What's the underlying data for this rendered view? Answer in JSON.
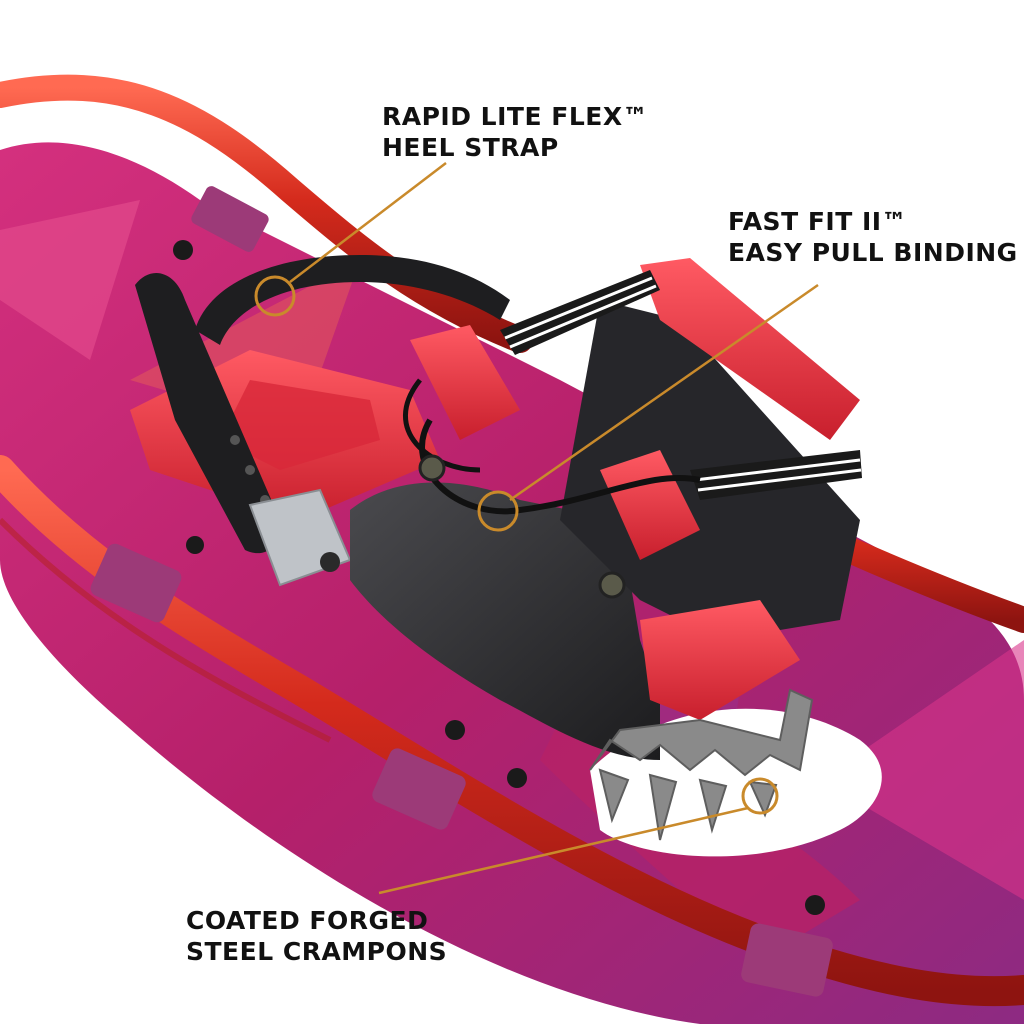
{
  "callouts": {
    "heel_strap": {
      "line1": "RAPID LITE FLEX™",
      "line2": "HEEL STRAP"
    },
    "binding": {
      "line1": "FAST FIT II™",
      "line2": "EASY PULL BINDING"
    },
    "crampons": {
      "line1": "COATED FORGED",
      "line2": "STEEL CRAMPONS"
    }
  },
  "colors": {
    "callout_line": "#c98a2b",
    "frame": "#d42a1c",
    "deck": "#c2226e",
    "deck_dark": "#7e2a7a",
    "binding_red": "#e8333f",
    "boot_black": "#2a2a2c",
    "crampon": "#8a8a8a"
  },
  "icons": [
    "heel-strap-callout-circle",
    "pull-cord-callout-circle",
    "crampon-callout-circle"
  ]
}
